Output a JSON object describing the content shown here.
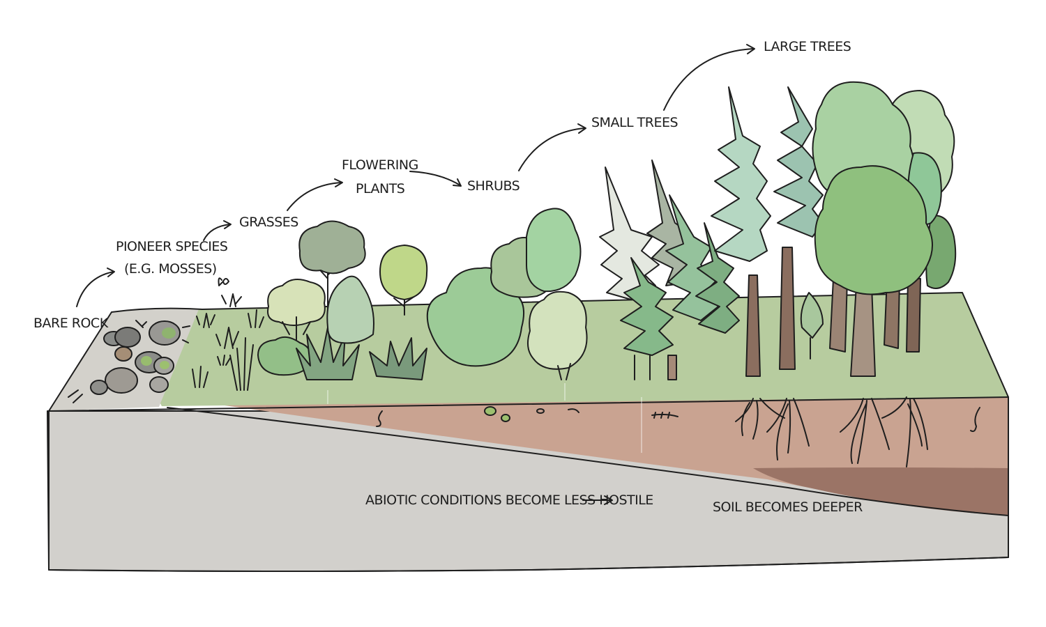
{
  "labels": {
    "bare_rock": "BARE ROCK",
    "pioneer_line1": "PIONEER SPECIES",
    "pioneer_line2": "(E.G. MOSSES)",
    "grasses": "GRASSES",
    "flowering_line1": "FLOWERING",
    "flowering_line2": "PLANTS",
    "shrubs": "SHRUBS",
    "small_trees": "SMALL TREES",
    "large_trees": "LARGE TREES",
    "abiotic": "ABIOTIC CONDITIONS BECOME LESS HOSTILE",
    "soil": "SOIL BECOMES DEEPER"
  },
  "colors": {
    "ground_top": "#b7cc9f",
    "rock_strip": "#d3d1cb",
    "soil": "#c9a391",
    "deep_soil": "#9b7466",
    "bedrock": "#d2d0cc",
    "outline": "#1e1e1e"
  }
}
